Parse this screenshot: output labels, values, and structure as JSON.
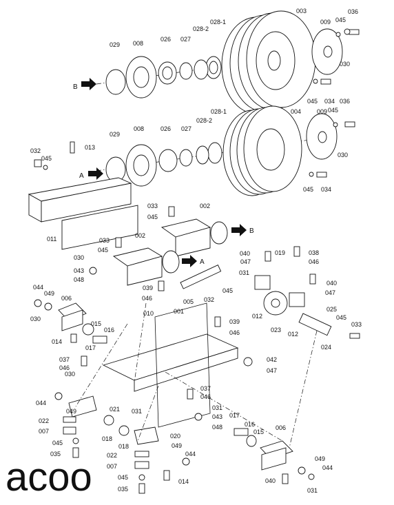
{
  "watermark": "acoo",
  "arrow_labels": {
    "b_top": "B",
    "a_left": "A",
    "b_right": "B",
    "a_right": "A"
  },
  "callouts": [
    {
      "id": "c1",
      "text": "003"
    },
    {
      "id": "c2",
      "text": "036"
    },
    {
      "id": "c3",
      "text": "045"
    },
    {
      "id": "c4",
      "text": "009"
    },
    {
      "id": "c5",
      "text": "028-1"
    },
    {
      "id": "c6",
      "text": "028-2"
    },
    {
      "id": "c7",
      "text": "027"
    },
    {
      "id": "c8",
      "text": "026"
    },
    {
      "id": "c9",
      "text": "008"
    },
    {
      "id": "c10",
      "text": "029"
    },
    {
      "id": "c11",
      "text": "030"
    },
    {
      "id": "c12",
      "text": "045"
    },
    {
      "id": "c13",
      "text": "034"
    },
    {
      "id": "c14",
      "text": "004"
    },
    {
      "id": "c15",
      "text": "009"
    },
    {
      "id": "c16",
      "text": "045"
    },
    {
      "id": "c17",
      "text": "036"
    },
    {
      "id": "c18",
      "text": "028-1"
    },
    {
      "id": "c19",
      "text": "028-2"
    },
    {
      "id": "c20",
      "text": "027"
    },
    {
      "id": "c21",
      "text": "026"
    },
    {
      "id": "c22",
      "text": "008"
    },
    {
      "id": "c23",
      "text": "029"
    },
    {
      "id": "c24",
      "text": "013"
    },
    {
      "id": "c25",
      "text": "032"
    },
    {
      "id": "c26",
      "text": "045"
    },
    {
      "id": "c27",
      "text": "030"
    },
    {
      "id": "c28",
      "text": "045"
    },
    {
      "id": "c29",
      "text": "034"
    },
    {
      "id": "c30",
      "text": "011"
    },
    {
      "id": "c31",
      "text": "033"
    },
    {
      "id": "c32",
      "text": "002"
    },
    {
      "id": "c33",
      "text": "045"
    },
    {
      "id": "c34",
      "text": "033"
    },
    {
      "id": "c35",
      "text": "002"
    },
    {
      "id": "c36",
      "text": "045"
    },
    {
      "id": "c37",
      "text": "030"
    },
    {
      "id": "c38",
      "text": "043"
    },
    {
      "id": "c39",
      "text": "048"
    },
    {
      "id": "c40",
      "text": "040"
    },
    {
      "id": "c41",
      "text": "047"
    },
    {
      "id": "c42",
      "text": "019"
    },
    {
      "id": "c43",
      "text": "038"
    },
    {
      "id": "c44",
      "text": "046"
    },
    {
      "id": "c45",
      "text": "031"
    },
    {
      "id": "c46",
      "text": "039"
    },
    {
      "id": "c47",
      "text": "046"
    },
    {
      "id": "c48",
      "text": "005"
    },
    {
      "id": "c49",
      "text": "032"
    },
    {
      "id": "c50",
      "text": "045"
    },
    {
      "id": "c51",
      "text": "040"
    },
    {
      "id": "c52",
      "text": "047"
    },
    {
      "id": "c53",
      "text": "044"
    },
    {
      "id": "c54",
      "text": "049"
    },
    {
      "id": "c55",
      "text": "006"
    },
    {
      "id": "c56",
      "text": "030"
    },
    {
      "id": "c57",
      "text": "010"
    },
    {
      "id": "c58",
      "text": "001"
    },
    {
      "id": "c59",
      "text": "012"
    },
    {
      "id": "c60",
      "text": "023"
    },
    {
      "id": "c61",
      "text": "012"
    },
    {
      "id": "c62",
      "text": "025"
    },
    {
      "id": "c63",
      "text": "045"
    },
    {
      "id": "c64",
      "text": "033"
    },
    {
      "id": "c65",
      "text": "015"
    },
    {
      "id": "c66",
      "text": "016"
    },
    {
      "id": "c67",
      "text": "014"
    },
    {
      "id": "c68",
      "text": "017"
    },
    {
      "id": "c69",
      "text": "039"
    },
    {
      "id": "c70",
      "text": "046"
    },
    {
      "id": "c71",
      "text": "024"
    },
    {
      "id": "c72",
      "text": "037"
    },
    {
      "id": "c73",
      "text": "046"
    },
    {
      "id": "c74",
      "text": "042"
    },
    {
      "id": "c75",
      "text": "047"
    },
    {
      "id": "c76",
      "text": "030"
    },
    {
      "id": "c77",
      "text": "037"
    },
    {
      "id": "c78",
      "text": "046"
    },
    {
      "id": "c79",
      "text": "031"
    },
    {
      "id": "c80",
      "text": "043"
    },
    {
      "id": "c81",
      "text": "048"
    },
    {
      "id": "c82",
      "text": "044"
    },
    {
      "id": "c83",
      "text": "049"
    },
    {
      "id": "c84",
      "text": "021"
    },
    {
      "id": "c85",
      "text": "022"
    },
    {
      "id": "c86",
      "text": "007"
    },
    {
      "id": "c87",
      "text": "031"
    },
    {
      "id": "c88",
      "text": "017"
    },
    {
      "id": "c89",
      "text": "016"
    },
    {
      "id": "c90",
      "text": "015"
    },
    {
      "id": "c91",
      "text": "045"
    },
    {
      "id": "c92",
      "text": "018"
    },
    {
      "id": "c93",
      "text": "018"
    },
    {
      "id": "c94",
      "text": "020"
    },
    {
      "id": "c95",
      "text": "006"
    },
    {
      "id": "c96",
      "text": "035"
    },
    {
      "id": "c97",
      "text": "022"
    },
    {
      "id": "c98",
      "text": "049"
    },
    {
      "id": "c99",
      "text": "044"
    },
    {
      "id": "c100",
      "text": "007"
    },
    {
      "id": "c101",
      "text": "045"
    },
    {
      "id": "c102",
      "text": "014"
    },
    {
      "id": "c103",
      "text": "035"
    },
    {
      "id": "c104",
      "text": "049"
    },
    {
      "id": "c105",
      "text": "044"
    },
    {
      "id": "c106",
      "text": "040"
    },
    {
      "id": "c107",
      "text": "031"
    }
  ]
}
